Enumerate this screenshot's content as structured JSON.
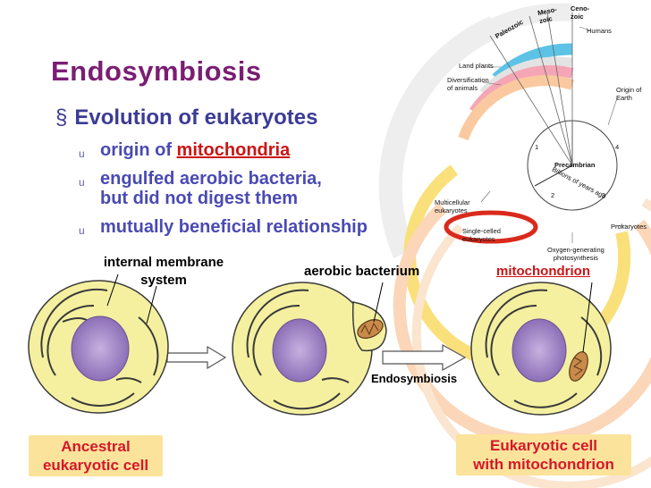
{
  "title": "Endosymbiosis",
  "bullet_marker": "§",
  "main_bullet": "Evolution of eukaryotes",
  "sub_marker": "u",
  "sub_bullets": {
    "b1_prefix": "origin of ",
    "b1_highlight": "mitochondria",
    "b2_line1": "engulfed aerobic bacteria,",
    "b2_line2": "but did not digest them",
    "b3": "mutually beneficial relationship"
  },
  "labels": {
    "internal_membrane_line1": "internal membrane",
    "internal_membrane_line2": "system",
    "aerobic_bacterium": "aerobic bacterium",
    "mitochondrion": "mitochondrion",
    "endosymbiosis": "Endosymbiosis"
  },
  "boxes": {
    "ancestral_line1": "Ancestral",
    "ancestral_line2": "eukaryotic cell",
    "eukaryotic_line1": "Eukaryotic cell",
    "eukaryotic_line2": "with mitochondrion"
  },
  "timeline": {
    "cenozoic_line1": "Ceno-",
    "cenozoic_line2": "zoic",
    "mesozoic_line1": "Meso-",
    "mesozoic_line2": "zoic",
    "paleozoic": "Paleozoic",
    "humans": "Humans",
    "land_plants": "Land plants",
    "diversification_line1": "Diversification",
    "diversification_line2": "of animals",
    "origin_line1": "Origin of",
    "origin_line2": "Earth",
    "precambrian": "Precambrian",
    "billions": "Billions of years ago",
    "n1": "1",
    "n2": "2",
    "n3": "3",
    "n4": "4",
    "multicellular_line1": "Multicellular",
    "multicellular_line2": "eukaryotes",
    "single_line1": "Single-celled",
    "single_line2": "eukaryotes",
    "prokaryotes": "Prokaryotes",
    "oxygen_line1": "Oxygen-generating",
    "oxygen_line2": "photosynthesis"
  },
  "colors": {
    "title": "#7a1e73",
    "bullet": "#3c3c96",
    "highlight": "#cc1414",
    "cell_fill": "#f4f0a0",
    "cell_outline": "#3a3a3a",
    "nucleus": "#a98ec9",
    "bacterium": "#c98a4a",
    "label_box": "#fce39b",
    "box_text": "#d4172a",
    "arc_blue": "#5cc3e6",
    "arc_pink": "#f4a6b6",
    "arc_yellow": "#f9e07a",
    "arc_peach": "#fbc9a0",
    "arc_red_circle": "#d92a1c"
  }
}
